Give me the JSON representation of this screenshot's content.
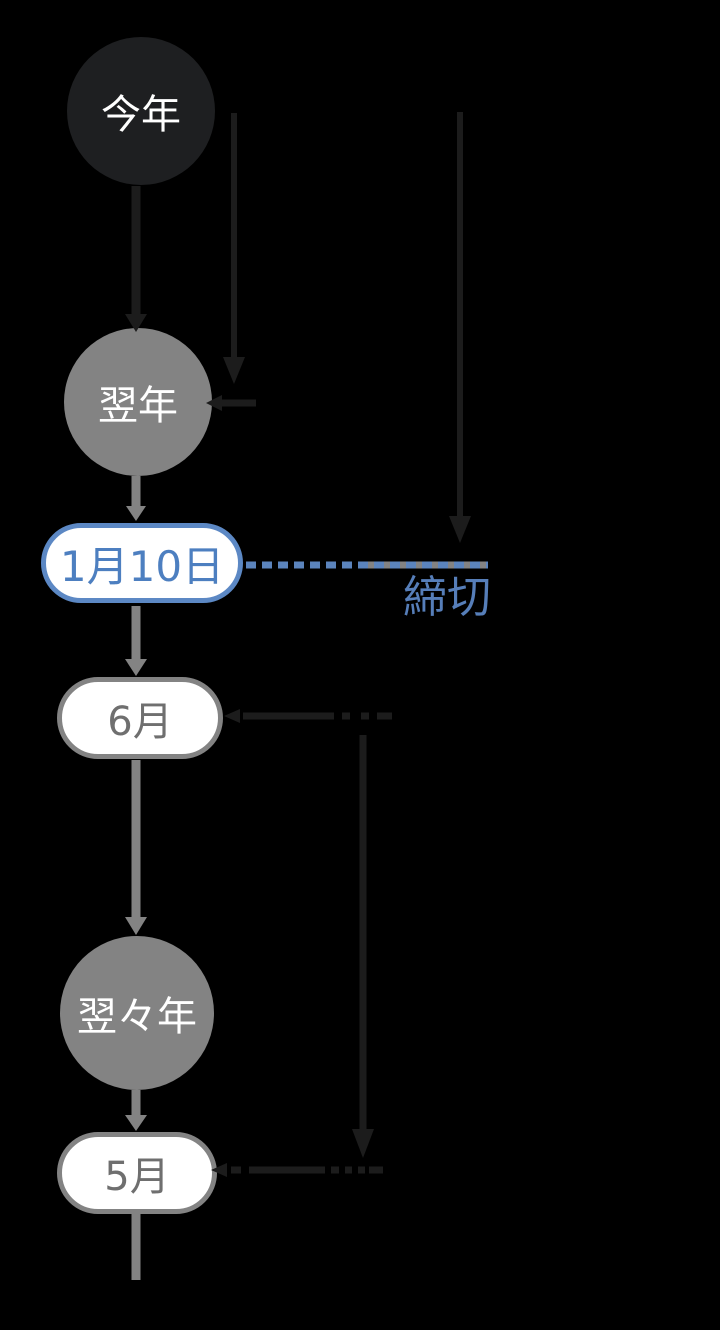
{
  "diagram": {
    "type": "flowchart-timeline",
    "background": "#000000",
    "colors": {
      "dark_node_fill": "#1e1f21",
      "dark_line": "#1c1c1c",
      "gray": "#838383",
      "pill_fill": "#ffffff",
      "blue_border": "#5c88c4",
      "blue_text": "#4d7fc0",
      "blue_dash": "#5b84bd",
      "blue_label": "#567eb9",
      "circle_text": "#ffffff",
      "pill_gray_text": "#6f6f6f"
    },
    "nodes": [
      {
        "id": "this-year",
        "label": "今年",
        "shape": "circle",
        "variant": "dark"
      },
      {
        "id": "next-year",
        "label": "翌年",
        "shape": "circle",
        "variant": "gray"
      },
      {
        "id": "jan-10",
        "label": "1月10日",
        "shape": "pill",
        "variant": "blue"
      },
      {
        "id": "june",
        "label": "6月",
        "shape": "pill",
        "variant": "gray"
      },
      {
        "id": "year-after-next",
        "label": "翌々年",
        "shape": "circle",
        "variant": "gray"
      },
      {
        "id": "may",
        "label": "5月",
        "shape": "pill",
        "variant": "gray"
      }
    ],
    "edge_label": {
      "text": "締切",
      "color": "#567eb9",
      "style": "dashed-blue"
    },
    "edges": [
      {
        "from": "this-year",
        "to": "next-year",
        "style": "solid-dark",
        "route": "spine"
      },
      {
        "from": "next-year",
        "to": "jan-10",
        "style": "solid-gray",
        "route": "spine"
      },
      {
        "from": "jan-10",
        "to": "june",
        "style": "solid-gray",
        "route": "spine"
      },
      {
        "from": "june",
        "to": "year-after-next",
        "style": "solid-gray",
        "route": "spine"
      },
      {
        "from": "year-after-next",
        "to": "may",
        "style": "solid-gray",
        "route": "spine"
      },
      {
        "from": "this-year",
        "to": "next-year",
        "style": "solid-dark",
        "route": "right-offset-arrow"
      },
      {
        "from": "this-year",
        "to": "jan-10",
        "style": "dark-then-blue-dashed",
        "route": "far-right-arrow",
        "label": "締切"
      },
      {
        "from": "june",
        "to": "may",
        "style": "dashed-dark",
        "route": "right-offset-arrow"
      }
    ]
  }
}
